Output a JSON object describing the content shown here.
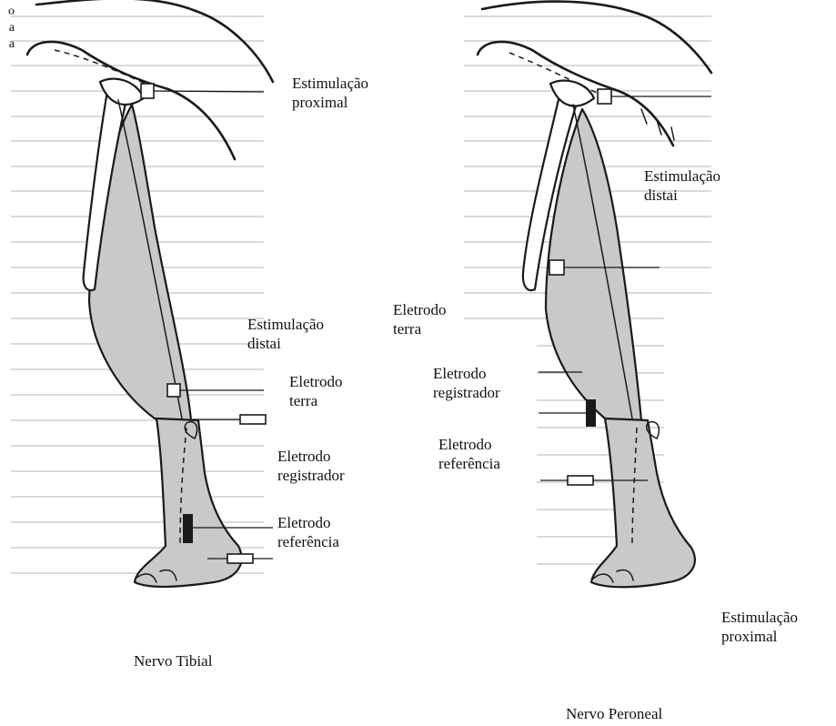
{
  "fragment_left": [
    "o",
    "a",
    "a"
  ],
  "left": {
    "caption": "Nervo Tibial",
    "labels": {
      "stim_proximal_1": "Estimulação",
      "stim_proximal_2": "proximal",
      "stim_distal_1": "Estimulação",
      "stim_distal_2": "distai",
      "ground_1": "Eletrodo",
      "ground_2": "terra",
      "recording_1": "Eletrodo",
      "recording_2": "registrador",
      "reference_1": "Eletrodo",
      "reference_2": "referência"
    }
  },
  "right": {
    "caption": "Nervo Peroneal",
    "labels": {
      "stim_distal_1": "Estimulação",
      "stim_distal_2": "distai",
      "ground_1": "Eletrodo",
      "ground_2": "terra",
      "recording_1": "Eletrodo",
      "recording_2": "registrador",
      "reference_1": "Eletrodo",
      "reference_2": "referência",
      "stim_proximal_1": "Estimulação",
      "stim_proximal_2": "proximal"
    }
  },
  "colors": {
    "muscle": "#c9c9c9",
    "ink": "#1a1a1a",
    "background_text": "#c4c4c4"
  }
}
